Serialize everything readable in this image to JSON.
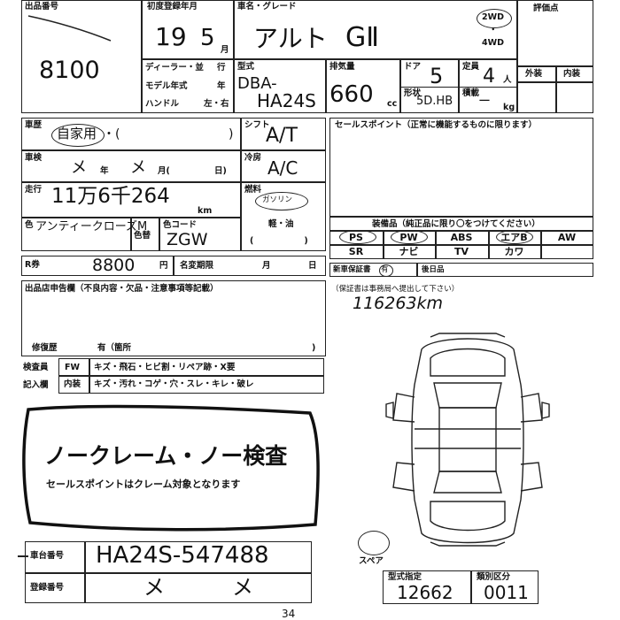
{
  "lot": {
    "label": "出品番号",
    "value": "8100"
  },
  "first_reg": {
    "label": "初度登録年月",
    "year": "19",
    "month": "5",
    "month_unit": "月"
  },
  "car": {
    "label": "車名・グレード",
    "name": "アルト",
    "grade": "GⅡ",
    "drive_2wd": "2WD",
    "drive_dot": "・",
    "drive_4wd": "4WD"
  },
  "eval": {
    "label": "評価点",
    "exterior": "外装",
    "interior": "内装"
  },
  "dealer": {
    "l1": "ディーラー・並",
    "l2": "行",
    "model_year": "モデル年式",
    "model_year_unit": "年",
    "handle": "ハンドル",
    "handle_val": "左・右"
  },
  "type": {
    "label": "型式",
    "prefix": "DBA-",
    "value": "HA24S"
  },
  "engine": {
    "label": "排気量",
    "value": "660",
    "unit": "cc"
  },
  "doors": {
    "label": "ドア",
    "value": "5"
  },
  "capacity": {
    "label": "定員",
    "value": "4",
    "unit": "人"
  },
  "shape": {
    "label": "形状",
    "value": "5D.HB"
  },
  "load": {
    "label": "積載",
    "value": "ー",
    "unit": "kg"
  },
  "history": {
    "label": "車歴",
    "value": "自家用",
    "rest": "・(",
    "close": ")"
  },
  "shift": {
    "label": "シフト",
    "value": "A/T"
  },
  "inspection": {
    "label": "車検",
    "year_val": "メ",
    "year_unit": "年",
    "month_val": "メ",
    "month_unit": "月(",
    "day_unit": "日)"
  },
  "ac": {
    "label": "冷房",
    "value": "A/C"
  },
  "mileage": {
    "label": "走行",
    "value": "11万6千264",
    "unit": "km"
  },
  "fuel": {
    "label": "燃料",
    "gasoline": "ガソリン",
    "light_oil": "軽・油",
    "paren": "(　　　　　　)"
  },
  "color": {
    "label": "色",
    "value": "アンティークローズM",
    "label2": "色替",
    "code_label": "色コード",
    "code": "ZGW"
  },
  "points": {
    "label": "セールスポイント（正常に機能するものに限ります）"
  },
  "equipment": {
    "title": "装備品（純正品に限り〇をつけてください）",
    "row1": [
      "PS",
      "PW",
      "ABS",
      "エアB",
      "AW"
    ],
    "row2": [
      "SR",
      "ナビ",
      "TV",
      "カワ",
      ""
    ]
  },
  "recycle": {
    "label": "R券",
    "value": "8800",
    "unit": "円",
    "expiry": "名変期限",
    "month_unit": "月",
    "day_unit": "日"
  },
  "warranty": {
    "label": "新車保証書",
    "have": "有",
    "later": "後日品",
    "note": "（保証書は事務局へ提出して下さい）",
    "handwritten": "116263km"
  },
  "report": {
    "label": "出品店申告欄（不良内容・欠品・注意事項等記載）",
    "repair_label": "修復歴",
    "repair_val": "有（箇所",
    "close": ")"
  },
  "inspector": {
    "label1": "検査員",
    "label2": "記入欄",
    "fw": "FW",
    "fw_text": "キズ・飛石・ヒビ割・リペア跡・X要",
    "interior": "内装",
    "int_text": "キズ・汚れ・コゲ・穴・スレ・キレ・破レ"
  },
  "stamp": {
    "title": "ノークレーム・ノー検査",
    "sub": "セールスポイントはクレーム対象となります"
  },
  "diagram": {
    "spare": "スペア"
  },
  "chassis": {
    "label": "車台番号",
    "value": "HA24S-547488"
  },
  "registration": {
    "label": "登録番号",
    "mark1": "メ",
    "mark2": "メ"
  },
  "type_designation": {
    "label": "型式指定",
    "value": "12662"
  },
  "class_code": {
    "label": "類別区分",
    "value": "0011"
  },
  "footer": {
    "value": "34"
  }
}
